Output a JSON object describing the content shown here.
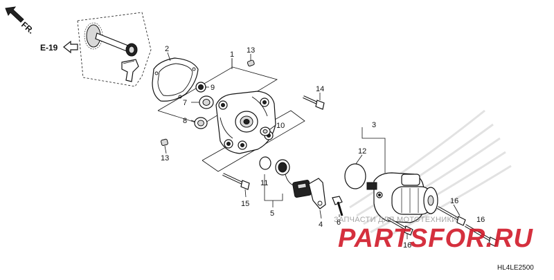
{
  "direction_label": "FR.",
  "ref_label": "E-19",
  "diagram_code": "HL4LE2500",
  "watermark_text": "ЗАПЧАСТИ ДЛЯ МОТОТЕХНИКИ",
  "logo_text": "PARTSFOR.RU",
  "callouts": [
    {
      "id": "c1",
      "label": "1"
    },
    {
      "id": "c2",
      "label": "2"
    },
    {
      "id": "c3",
      "label": "3"
    },
    {
      "id": "c4",
      "label": "4"
    },
    {
      "id": "c5",
      "label": "5"
    },
    {
      "id": "c6",
      "label": "6"
    },
    {
      "id": "c7",
      "label": "7"
    },
    {
      "id": "c8",
      "label": "8"
    },
    {
      "id": "c9",
      "label": "9"
    },
    {
      "id": "c10",
      "label": "10"
    },
    {
      "id": "c11",
      "label": "11"
    },
    {
      "id": "c12",
      "label": "12"
    },
    {
      "id": "c13a",
      "label": "13"
    },
    {
      "id": "c13b",
      "label": "13"
    },
    {
      "id": "c14",
      "label": "14"
    },
    {
      "id": "c15",
      "label": "15"
    },
    {
      "id": "c16a",
      "label": "16"
    },
    {
      "id": "c16b",
      "label": "16"
    },
    {
      "id": "c16c",
      "label": "16"
    }
  ],
  "icons": {
    "direction": "arrow-up-left-icon",
    "reference": "hollow-arrow-left-icon"
  }
}
